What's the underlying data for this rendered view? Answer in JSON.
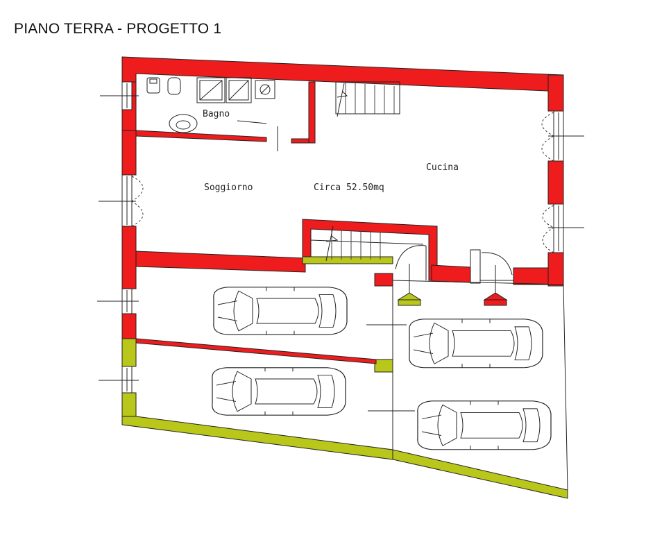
{
  "title": "PIANO TERRA - PROGETTO 1",
  "rooms": {
    "bagno": "Bagno",
    "cucina": "Cucina",
    "soggiorno": "Soggiorno",
    "area": "Circa  52.50mq"
  },
  "colors": {
    "living_walls": "#ee1c1c",
    "garage_walls": "#b9c61a",
    "line": "#222222"
  },
  "icons": [
    "window-icon",
    "door-swing-icon",
    "stair-icon",
    "car-icon",
    "toilet-icon",
    "bidet-icon",
    "sink-icon",
    "shower-icon",
    "level-marker-icon"
  ]
}
